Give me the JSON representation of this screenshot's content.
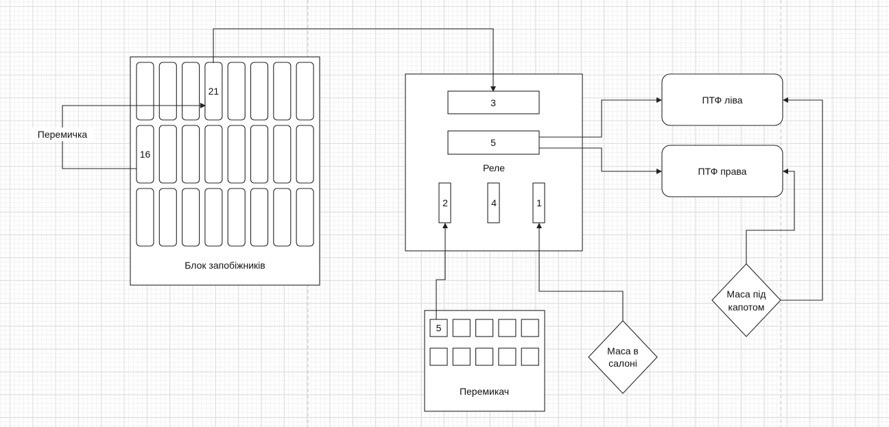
{
  "diagram": {
    "fuse_block": {
      "label": "Блок запобіжників",
      "rows": 3,
      "cols": 8,
      "labeled_fuses": [
        {
          "row": 0,
          "col": 3,
          "label": "21"
        },
        {
          "row": 1,
          "col": 0,
          "label": "16"
        }
      ]
    },
    "jumper": {
      "label": "Перемичка"
    },
    "relay": {
      "label": "Реле",
      "pins": [
        {
          "id": "3",
          "label": "3"
        },
        {
          "id": "5",
          "label": "5"
        },
        {
          "id": "2",
          "label": "2"
        },
        {
          "id": "4",
          "label": "4"
        },
        {
          "id": "1",
          "label": "1"
        }
      ]
    },
    "fog_lights": [
      {
        "id": "left",
        "label": "ПТФ ліва"
      },
      {
        "id": "right",
        "label": "ПТФ права"
      }
    ],
    "switch": {
      "label": "Перемикач",
      "rows": 2,
      "cols": 5,
      "labeled_keys": [
        {
          "row": 0,
          "col": 0,
          "label": "5"
        }
      ]
    },
    "grounds": [
      {
        "id": "cabin",
        "lines": [
          "Маса в",
          "салоні"
        ]
      },
      {
        "id": "hood",
        "lines": [
          "Маса під",
          "капотом"
        ]
      }
    ],
    "connections": [
      {
        "from": "fuse 21",
        "to": "relay pin 3"
      },
      {
        "from": "fuse 16",
        "to": "fuse 21",
        "via": "Перемичка"
      },
      {
        "from": "relay pin 5",
        "to": "ПТФ ліва"
      },
      {
        "from": "relay pin 5",
        "to": "ПТФ права"
      },
      {
        "from": "switch key 5",
        "to": "relay pin 2"
      },
      {
        "from": "Маса в салоні",
        "to": "relay pin 1"
      },
      {
        "from": "Маса під капотом",
        "to": "ПТФ ліва"
      },
      {
        "from": "Маса під капотом",
        "to": "ПТФ права"
      }
    ]
  }
}
